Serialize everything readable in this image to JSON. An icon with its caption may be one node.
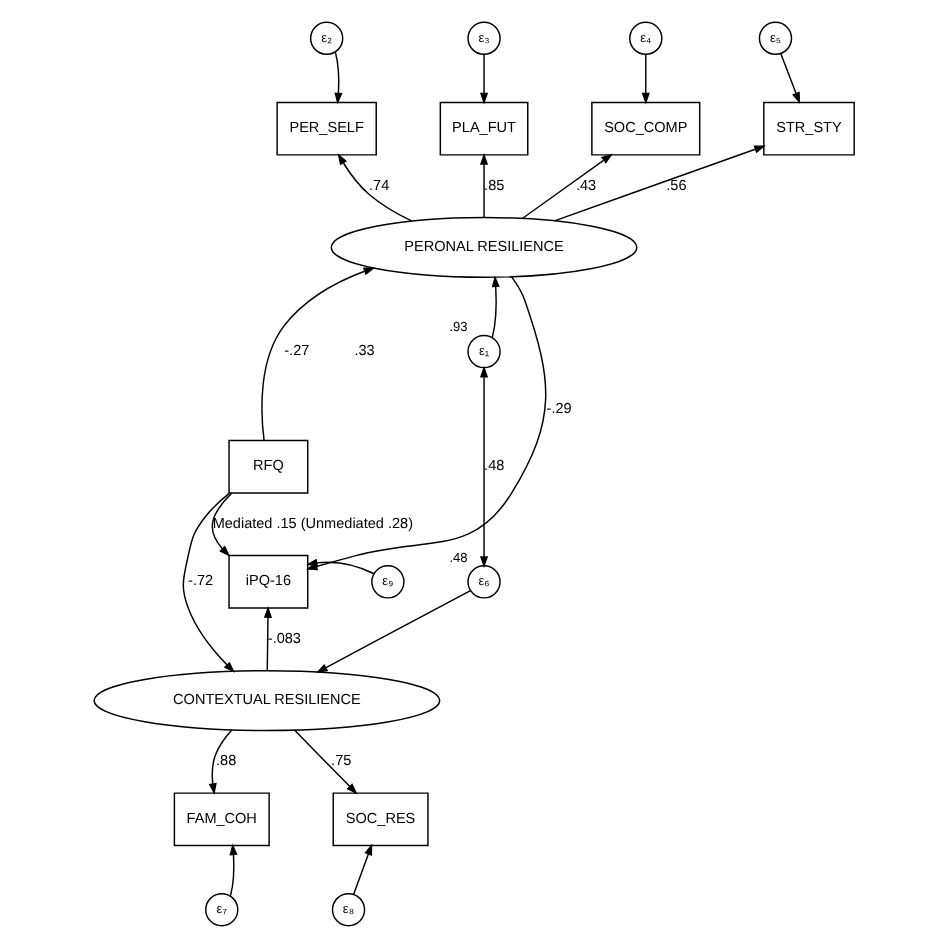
{
  "diagram": {
    "nodes": [
      {
        "text": [
          "ε₂"
        ]
      },
      {
        "text": [
          "ε₃"
        ]
      },
      {
        "text": [
          "ε₄"
        ]
      },
      {
        "text": [
          "ε₅"
        ]
      },
      {
        "text": [
          "PER_SELF"
        ]
      },
      {
        "text": [
          "PLA_FUT"
        ]
      },
      {
        "text": [
          "SOC_COMP"
        ]
      },
      {
        "text": [
          "STR_STY"
        ]
      },
      {
        "text": [
          "PERONAL RESILIENCE"
        ]
      },
      {
        "text": [
          "ε₁"
        ],
        "beside": [
          ".93"
        ]
      },
      {
        "text": [
          "RFQ"
        ]
      },
      {
        "text": [
          "iPQ-16"
        ]
      },
      {
        "text": [
          "ε₉"
        ]
      },
      {
        "text": [
          "ε₆"
        ],
        "beside": [
          ".48"
        ]
      },
      {
        "text": [
          "CONTEXTUAL RESILIENCE"
        ]
      },
      {
        "text": [
          "FAM_COH"
        ]
      },
      {
        "text": [
          "SOC_RES"
        ]
      },
      {
        "text": [
          "ε₇"
        ]
      },
      {
        "text": [
          "ε₈"
        ]
      }
    ],
    "edges": [
      {
        "from": 0,
        "to": 4,
        "arrow": "to"
      },
      {
        "from": 1,
        "to": 5,
        "arrow": "to"
      },
      {
        "from": 2,
        "to": 6,
        "arrow": "to"
      },
      {
        "from": 3,
        "to": 7,
        "arrow": "to"
      },
      {
        "from": 8,
        "to": 4,
        "arrow": "to",
        "label": ".74"
      },
      {
        "from": 8,
        "to": 5,
        "arrow": "to",
        "label": ".85"
      },
      {
        "from": 8,
        "to": 6,
        "arrow": "to",
        "label": ".43"
      },
      {
        "from": 8,
        "to": 7,
        "arrow": "to",
        "label": ".56"
      },
      {
        "from": 9,
        "to": 8,
        "arrow": "to"
      },
      {
        "from": 10,
        "to": 8,
        "arrow": "to",
        "label": "-.27"
      },
      {
        "from": 8,
        "to": 11,
        "arrow": "to",
        "label": "-.29"
      },
      {
        "from": 10,
        "to": 11,
        "arrow": "to",
        "label": "Mediated .15 (Unmediated .28)"
      },
      {
        "from": 12,
        "to": 11,
        "arrow": "to"
      },
      {
        "from": 9,
        "to": 13,
        "arrow": "both",
        "label": ".48"
      },
      {
        "from": 13,
        "to": 14,
        "arrow": "to"
      },
      {
        "from": 10,
        "to": 14,
        "arrow": "to",
        "label": "-.72"
      },
      {
        "from": 14,
        "to": 11,
        "arrow": "to",
        "label": "-.083"
      },
      {
        "from": 14,
        "to": 15,
        "arrow": "to",
        "label": ".88"
      },
      {
        "from": 14,
        "to": 16,
        "arrow": "to",
        "label": ".75"
      },
      {
        "from": 17,
        "to": 15,
        "arrow": "to"
      },
      {
        "from": 18,
        "to": 16,
        "arrow": "to"
      }
    ],
    "labels": [
      ".33"
    ]
  }
}
